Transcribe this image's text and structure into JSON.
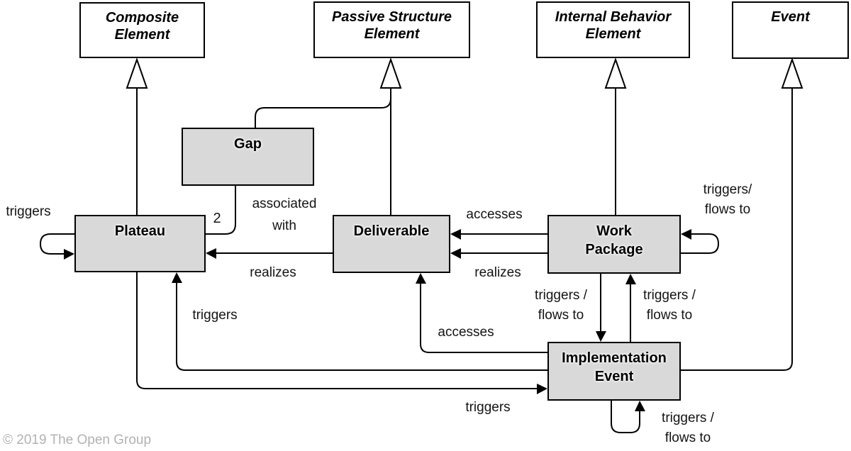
{
  "diagram": {
    "parents": {
      "composite_element": "Composite\nElement",
      "passive_structure_element": "Passive Structure\nElement",
      "internal_behavior_element": "Internal Behavior\nElement",
      "event": "Event"
    },
    "elements": {
      "gap": "Gap",
      "plateau": "Plateau",
      "deliverable": "Deliverable",
      "work_package": "Work\nPackage",
      "implementation_event": "Implementation\nEvent"
    },
    "relationship_labels": {
      "plateau_self_triggers": "triggers",
      "gap_plateau_multiplicity": "2",
      "gap_association": "associated\nwith",
      "deliverable_realizes_plateau": "realizes",
      "work_package_accesses_deliverable": "accesses",
      "work_package_realizes_deliverable": "realizes",
      "work_package_self_triggers": "triggers/\nflows to",
      "work_package_to_impl_event": "triggers /\nflows to",
      "impl_event_to_work_package": "triggers /\nflows to",
      "impl_event_accesses_deliverable": "accesses",
      "impl_event_triggers_plateau": "triggers",
      "plateau_triggers_impl_event": "triggers",
      "impl_event_self_triggers": "triggers /\nflows to"
    }
  },
  "footer": {
    "copyright": "© 2019 The Open Group"
  },
  "colors": {
    "element_fill": "#d9d9d9",
    "parent_fill": "#ffffff",
    "line": "#000000",
    "background": "#ffffff",
    "copyright_text": "#b2b2b2"
  }
}
